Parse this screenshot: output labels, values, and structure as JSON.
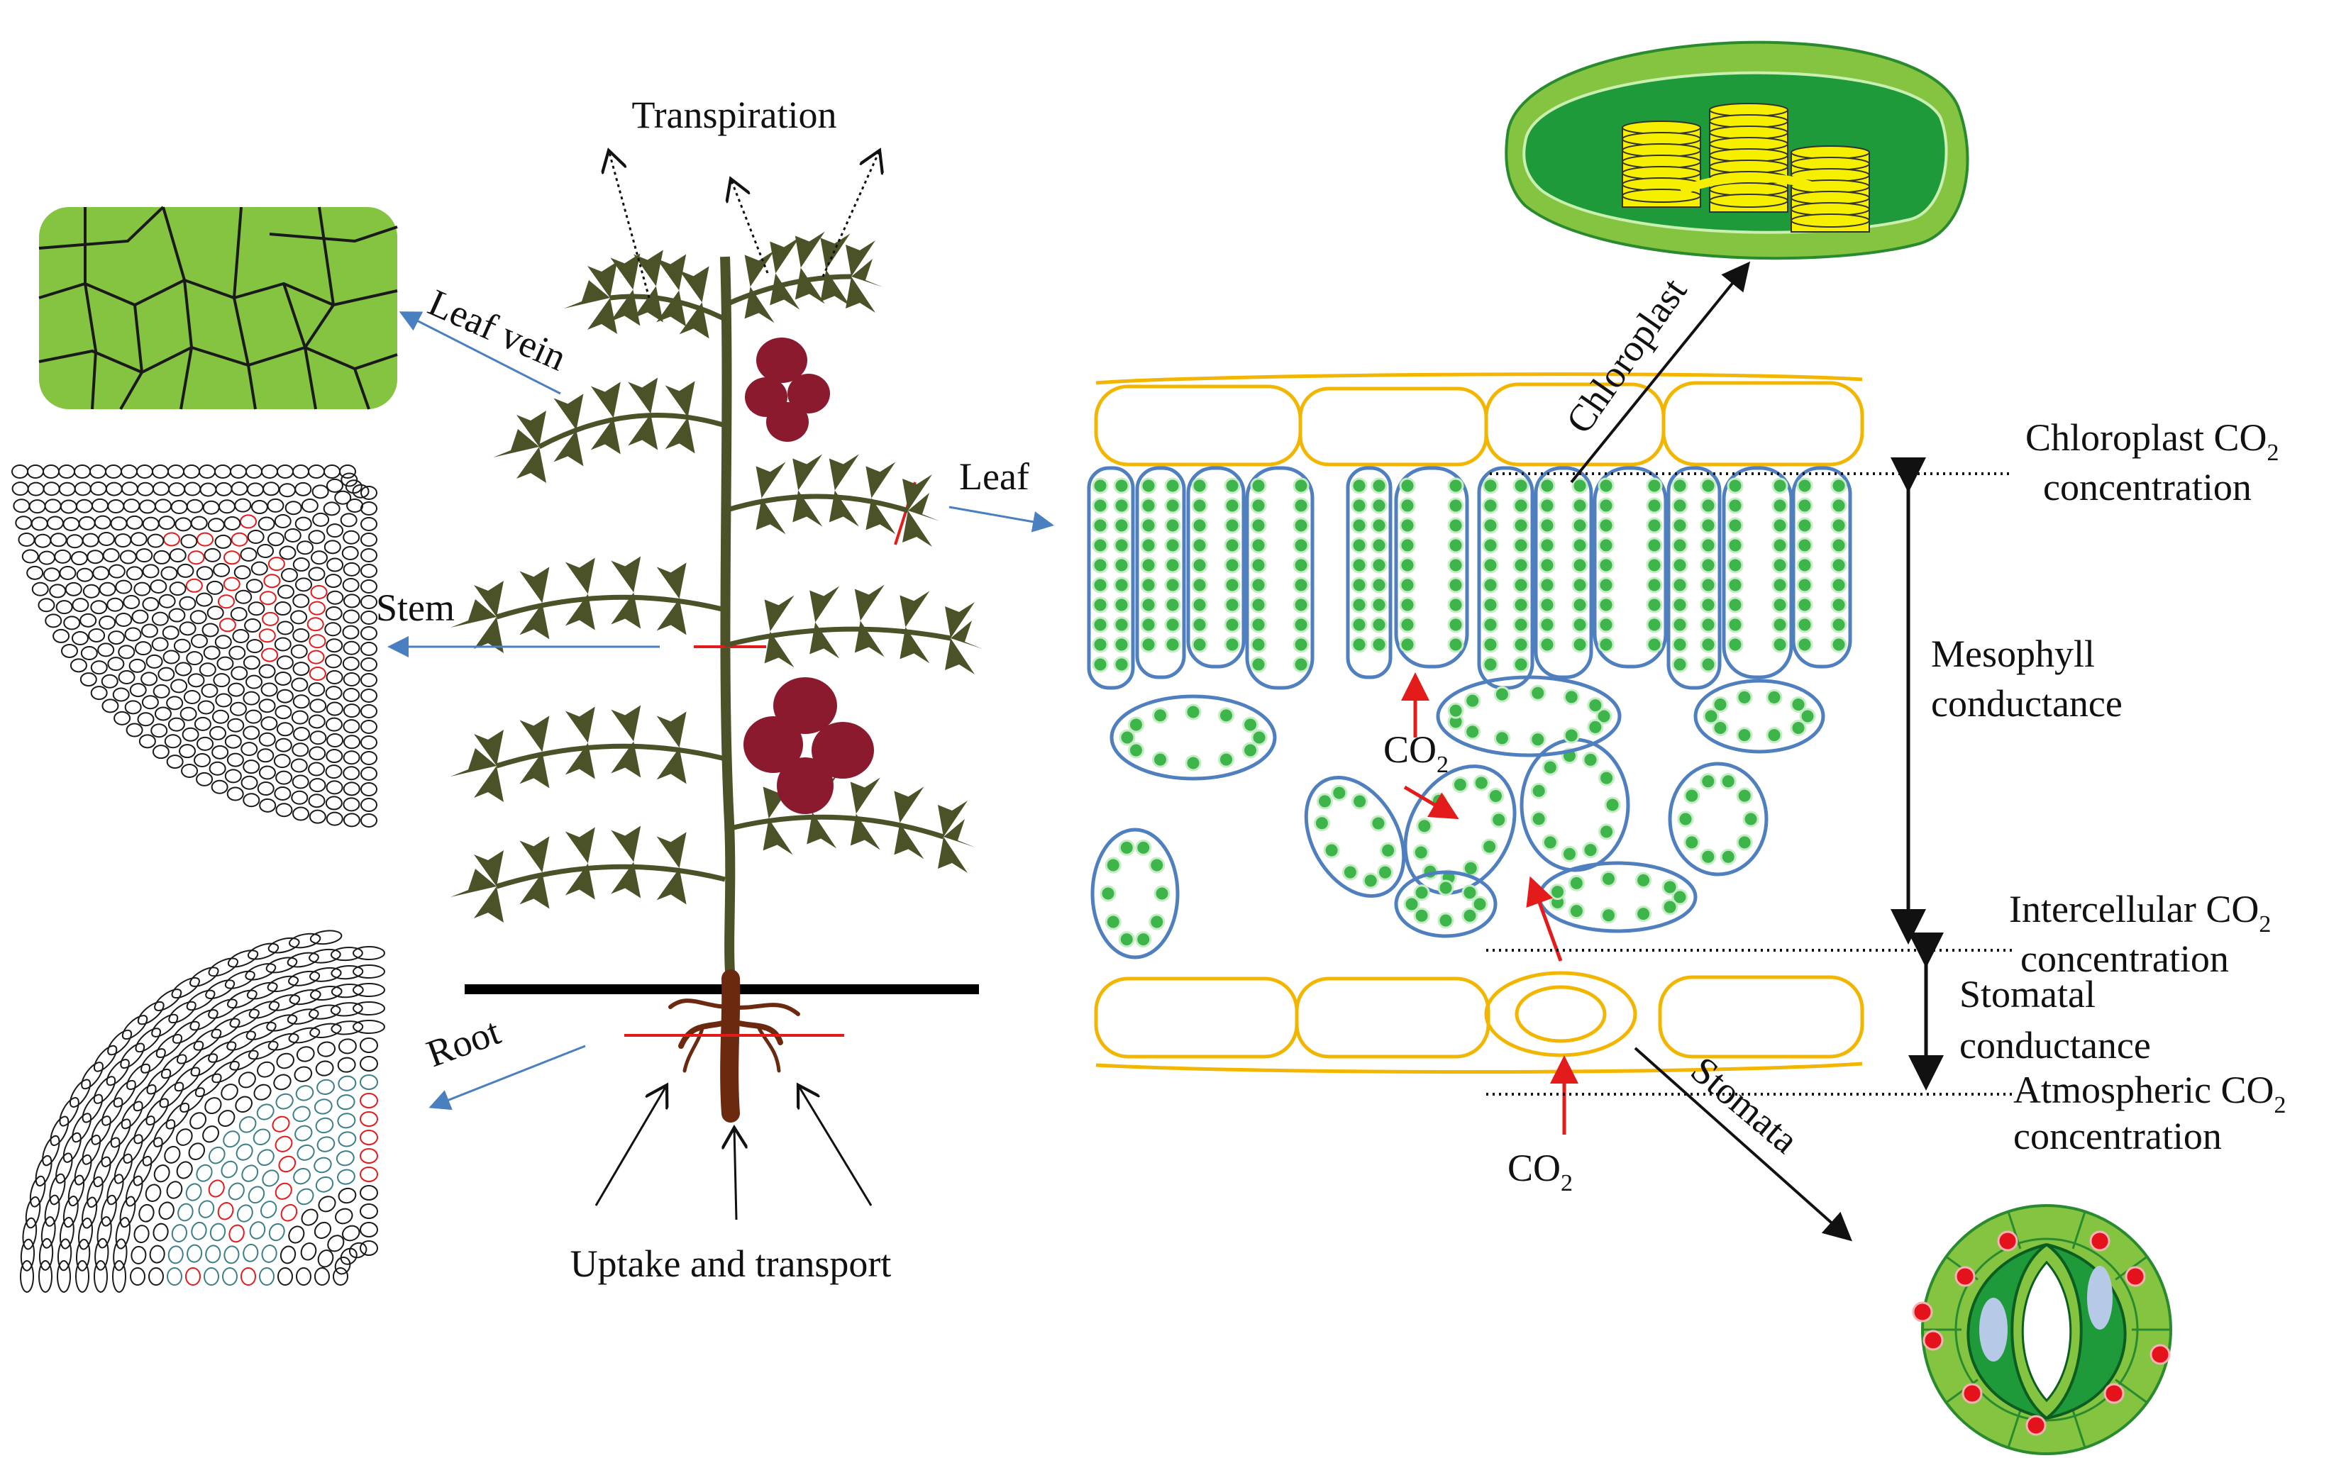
{
  "labels": {
    "transpiration": "Transpiration",
    "leaf_vein": "Leaf vein",
    "stem": "Stem",
    "root": "Root",
    "leaf": "Leaf",
    "uptake": "Uptake and transport",
    "chloroplast": "Chloroplast",
    "stomata": "Stomata",
    "co2_main": "CO",
    "co2_sub": "2",
    "chloroplast_co2_line1": "Chloroplast CO",
    "chloroplast_co2_sub": "2",
    "chloroplast_co2_line2": "concentration",
    "mesophyll_line1": "Mesophyll",
    "mesophyll_line2": "conductance",
    "intercellular_line1": "Intercellular CO",
    "intercellular_sub": "2",
    "intercellular_line2": "concentration",
    "stomatal_line1": "Stomatal",
    "stomatal_line2": "conductance",
    "atmospheric_line1": "Atmospheric CO",
    "atmospheric_sub": "2",
    "atmospheric_line2": "concentration"
  },
  "colors": {
    "leaf_green": "#84c441",
    "dark_green": "#1f9a3b",
    "chloroplast_dot": "#3db54a",
    "mesophyll_outline": "#4f7fbf",
    "epidermis": "#f2b600",
    "plant": "#4b5228",
    "fruit": "#8b1a2e",
    "root": "#6b2a10",
    "arrow_blue": "#4a7fc0",
    "arrow_red": "#e31b1b",
    "grana": "#f6ef00"
  }
}
